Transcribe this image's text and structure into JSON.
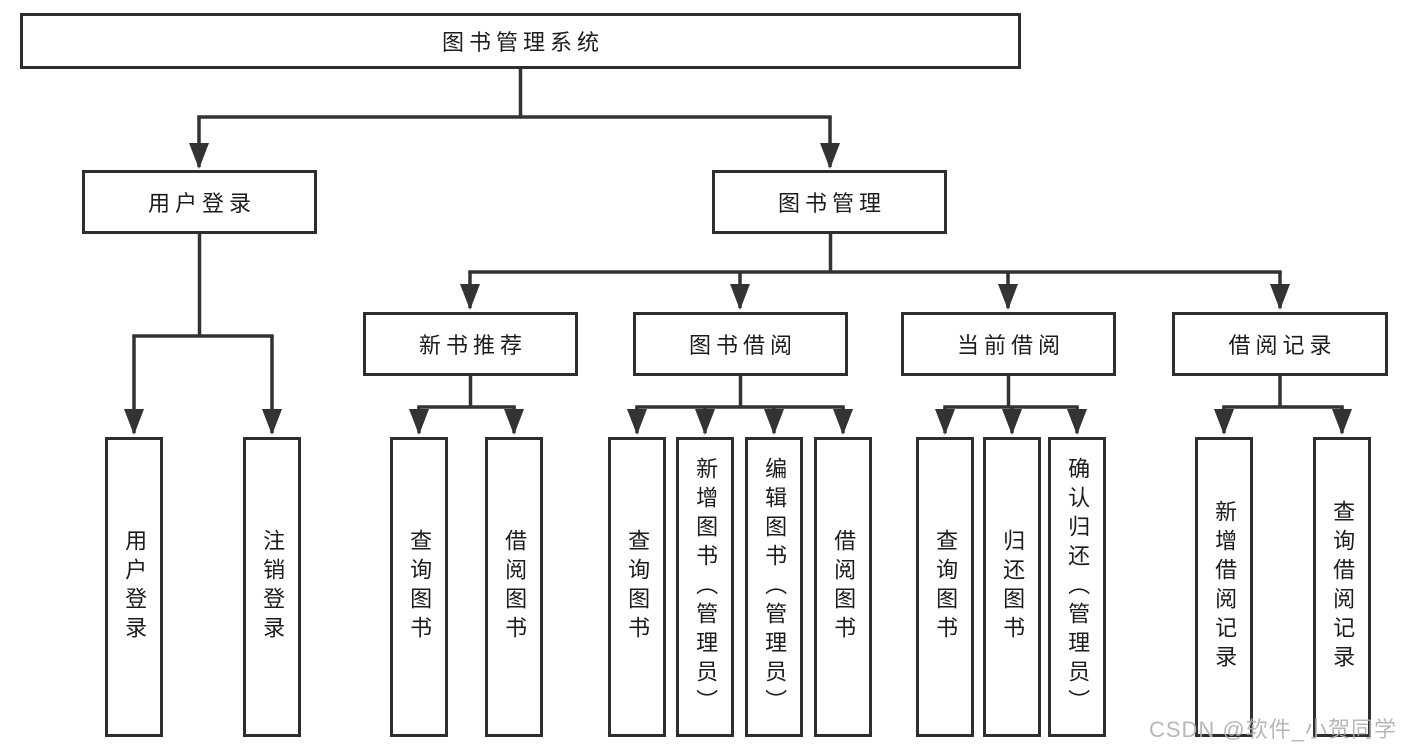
{
  "diagram_title": "图书管理系统",
  "nodes": {
    "root": "图书管理系统",
    "user_login": "用户登录",
    "book_mgmt": "图书管理",
    "new_book_rec": "新书推荐",
    "book_borrow": "图书借阅",
    "current_borrow": "当前借阅",
    "borrow_records": "借阅记录",
    "ul_login": "用户登录",
    "ul_logout": "注销登录",
    "nbr_query": "查询图书",
    "nbr_borrow": "借阅图书",
    "bb_query": "查询图书",
    "bb_add": "新增图书（管理员）",
    "bb_edit": "编辑图书（管理员）",
    "bb_borrow": "借阅图书",
    "cb_query": "查询图书",
    "cb_return": "归还图书",
    "cb_confirm": "确认归还（管理员）",
    "br_add": "新增借阅记录",
    "br_query": "查询借阅记录"
  },
  "hierarchy": {
    "图书管理系统": [
      "用户登录",
      "图书管理"
    ],
    "用户登录": [
      "用户登录",
      "注销登录"
    ],
    "图书管理": [
      "新书推荐",
      "图书借阅",
      "当前借阅",
      "借阅记录"
    ],
    "新书推荐": [
      "查询图书",
      "借阅图书"
    ],
    "图书借阅": [
      "查询图书",
      "新增图书（管理员）",
      "编辑图书（管理员）",
      "借阅图书"
    ],
    "当前借阅": [
      "查询图书",
      "归还图书",
      "确认归还（管理员）"
    ],
    "借阅记录": [
      "新增借阅记录",
      "查询借阅记录"
    ]
  },
  "colors": {
    "line": "#333333",
    "box_border": "#2e2e2e",
    "text": "#1c1c1c",
    "watermark": "#b0b0b0",
    "background": "#ffffff"
  },
  "watermark": "CSDN @软件_小贺同学"
}
